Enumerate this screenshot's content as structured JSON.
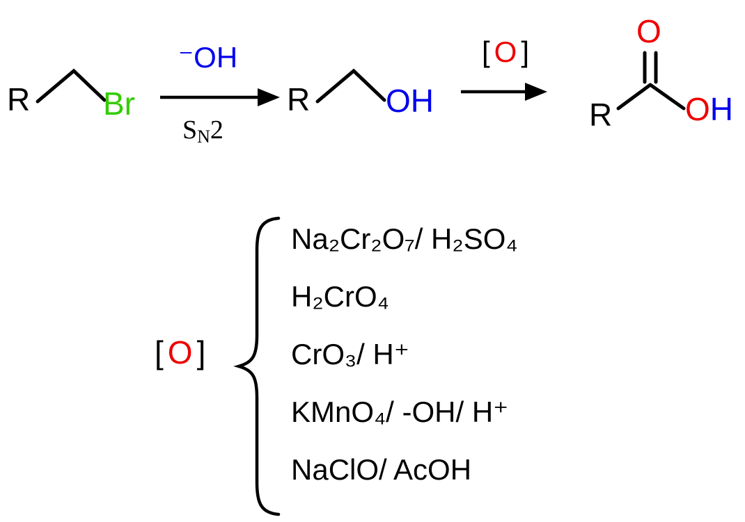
{
  "scheme": {
    "reactant": {
      "r_label": "R",
      "halogen_label": "Br"
    },
    "step1": {
      "reagent": "⁻OH",
      "mechanism": {
        "s": "S",
        "sub_n": "N",
        "two": "2"
      }
    },
    "alcohol": {
      "r_label": "R",
      "hydroxyl_label": "OH"
    },
    "step2": {
      "bracket_open": "[",
      "oxidant_symbol": "O",
      "bracket_close": "]"
    },
    "acid": {
      "r_label": "R",
      "carbonyl_oxygen": "O",
      "hydroxyl_oxygen": "O",
      "hydroxyl_hydrogen": "H"
    }
  },
  "oxidant_list": {
    "bracket_open": "[",
    "symbol": "O",
    "bracket_close": "]",
    "items": [
      "Na₂Cr₂O₇/ H₂SO₄",
      "H₂CrO₄",
      "CrO₃/ H⁺",
      "KMnO₄/ -OH/ H⁺",
      "NaClO/ AcOH"
    ]
  },
  "colors": {
    "bromine_green": "#33cc00",
    "hydroxide_blue": "#0000ee",
    "oxygen_red": "#ee0000",
    "bond_black": "#000000"
  }
}
